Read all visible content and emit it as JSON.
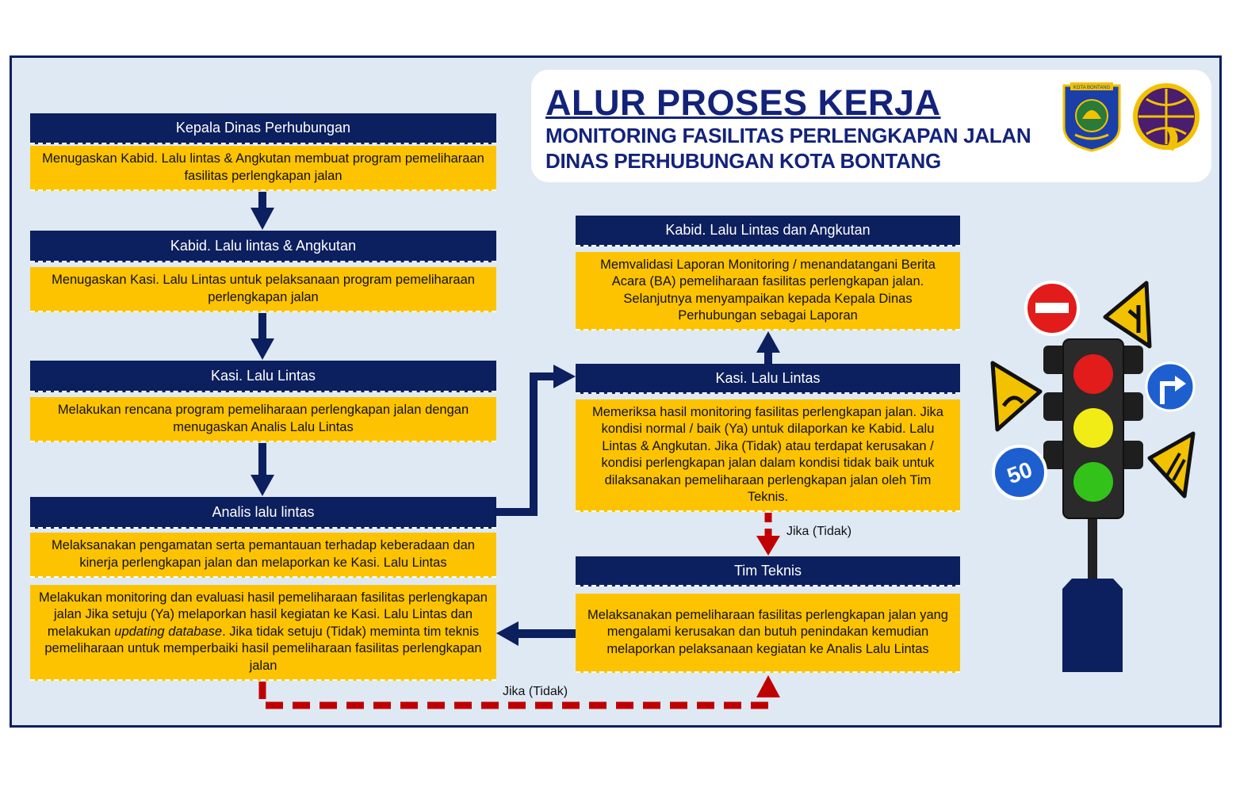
{
  "title": {
    "main": "ALUR PROSES KERJA",
    "line2": "MONITORING FASILITAS PERLENGKAPAN JALAN",
    "line3": "DINAS PERHUBUNGAN KOTA BONTANG"
  },
  "logos": {
    "city_seal": "KOTA BONTANG",
    "transport_logo": "dishub-logo"
  },
  "left_column": {
    "step1": {
      "header": "Kepala Dinas Perhubungan",
      "text": "Menugaskan Kabid. Lalu lintas & Angkutan membuat program pemeliharaan fasilitas perlengkapan jalan"
    },
    "step2": {
      "header": "Kabid. Lalu lintas & Angkutan",
      "text": "Menugaskan Kasi. Lalu Lintas untuk pelaksanaan program pemeliharaan perlengkapan jalan"
    },
    "step3": {
      "header": "Kasi. Lalu Lintas",
      "text": "Melakukan rencana program pemeliharaan perlengkapan jalan dengan menugaskan Analis Lalu Lintas"
    },
    "step4": {
      "header": "Analis lalu lintas",
      "text": "Melaksanakan pengamatan serta pemantauan terhadap keberadaan dan kinerja perlengkapan jalan dan melaporkan ke Kasi. Lalu Lintas"
    },
    "step5": {
      "text_a": "Melakukan monitoring dan evaluasi hasil pemeliharaan fasilitas perlengkapan jalan Jika setuju (Ya) melaporkan hasil kegiatan ke Kasi. Lalu Lintas dan melakukan ",
      "text_em": "updating database",
      "text_b": ". Jika tidak setuju (Tidak) meminta tim teknis pemeliharaan untuk memperbaiki hasil pemeliharaan fasilitas perlengkapan jalan"
    }
  },
  "right_column": {
    "step1": {
      "header": "Kabid. Lalu Lintas dan Angkutan",
      "text": "Memvalidasi Laporan Monitoring / menandatangani Berita Acara (BA) pemeliharaan fasilitas perlengkapan jalan. Selanjutnya menyampaikan kepada Kepala Dinas Perhubungan sebagai Laporan"
    },
    "step2": {
      "header": "Kasi. Lalu Lintas",
      "text": "Memeriksa hasil monitoring fasilitas perlengkapan jalan. Jika kondisi normal / baik (Ya) untuk dilaporkan ke Kabid. Lalu Lintas & Angkutan. Jika (Tidak) atau terdapat kerusakan / kondisi perlengkapan jalan dalam kondisi tidak baik untuk dilaksanakan pemeliharaan perlengkapan jalan oleh Tim Teknis."
    },
    "step3": {
      "header": "Tim Teknis",
      "text": "Melaksanakan pemeliharaan fasilitas perlengkapan jalan yang mengalami kerusakan dan butuh penindakan kemudian melaporkan pelaksanaan kegiatan ke Analis Lalu Lintas"
    }
  },
  "connector_labels": {
    "no_right": "Jika (Tidak)",
    "no_bottom": "Jika (Tidak)"
  },
  "illustration": {
    "speed_sign": "50",
    "lights": [
      "red",
      "yellow",
      "green"
    ]
  },
  "colors": {
    "navy": "#0c1f5e",
    "yellow": "#fdc300",
    "background": "#dfe9f4",
    "title": "#13237a",
    "dashed_red": "#c00000"
  }
}
